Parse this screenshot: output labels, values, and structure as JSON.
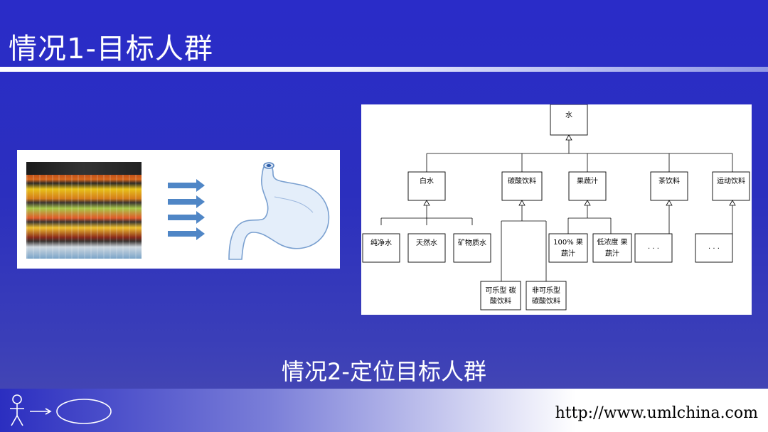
{
  "slide": {
    "title": "情况1-目标人群",
    "subtitle": "情况2-定位目标人群"
  },
  "diagram": {
    "root": "水",
    "categories": [
      "白水",
      "碳酸饮料",
      "果蔬汁",
      "茶饮料",
      "运动饮料"
    ],
    "white_water_children": [
      "纯净水",
      "天然水",
      "矿物质水"
    ],
    "juice_children": [
      {
        "line1": "100% 果",
        "line2": "蔬汁"
      },
      {
        "line1": "低浓度 果",
        "line2": "蔬汁"
      }
    ],
    "carbonated_children": [
      {
        "line1": "可乐型 碳",
        "line2": "酸饮料"
      },
      {
        "line1": "非可乐型",
        "line2": "碳酸饮料"
      }
    ],
    "ellipsis": "· · ·"
  },
  "illustration": {
    "icons": [
      "beverage-shelf-photo",
      "right-arrow-icon",
      "stomach-icon"
    ]
  },
  "footer": {
    "url": "http://www.umlchina.com",
    "logo_icon": "uml-actor-usecase-icon"
  },
  "colors": {
    "background": "#2a2cc8",
    "arrow": "#4f86c6",
    "stomach_fill": "#e4eefa",
    "stomach_stroke": "#7aa0d0"
  }
}
